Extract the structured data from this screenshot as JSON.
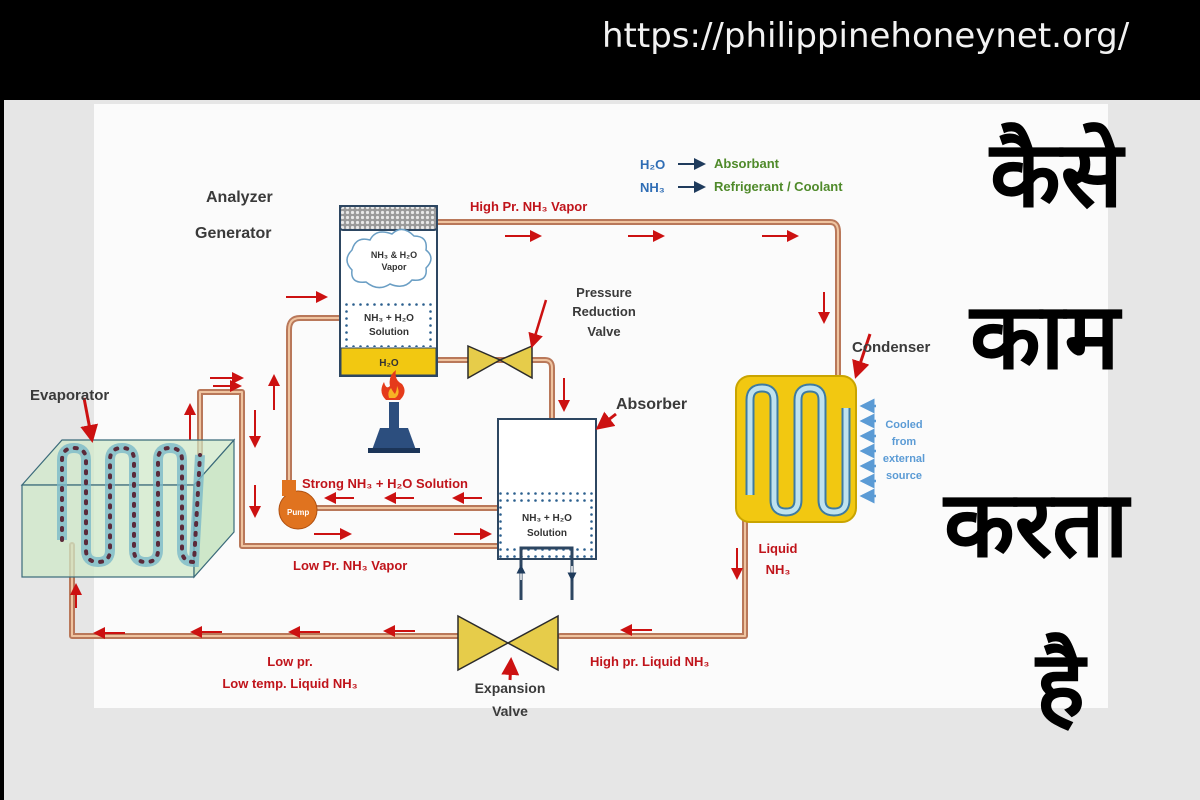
{
  "header": {
    "url": "https://philippinehoneynet.org/"
  },
  "title_hindi": {
    "lines": [
      "कैसे",
      "काम",
      "करता",
      "है"
    ]
  },
  "legend": {
    "items": [
      {
        "formula": "H₂O",
        "meaning": "Absorbant"
      },
      {
        "formula": "NH₃",
        "meaning": "Refrigerant / Coolant"
      }
    ]
  },
  "components": {
    "analyzer": "Analyzer",
    "generator": "Generator",
    "pressure_valve": [
      "Pressure",
      "Reduction",
      "Valve"
    ],
    "absorber": "Absorber",
    "condenser": "Condenser",
    "evaporator": "Evaporator",
    "expansion_valve": [
      "Expansion",
      "Valve"
    ],
    "pump": "Pump"
  },
  "generator_contents": {
    "vapor": [
      "NH₃ & H₂O",
      "Vapor"
    ],
    "solution": [
      "NH₃ + H₂O",
      "Solution"
    ],
    "water": "H₂O"
  },
  "absorber_contents": {
    "solution": [
      "NH₃ + H₂O",
      "Solution"
    ]
  },
  "flow_labels": {
    "high_pr_vapor": "High Pr. NH₃ Vapor",
    "strong_solution": "Strong NH₃ + H₂O Solution",
    "low_pr_vapor": "Low Pr. NH₃ Vapor",
    "liquid_nh3": [
      "Liquid",
      "NH₃"
    ],
    "high_pr_liquid": "High pr. Liquid NH₃",
    "low_pr_liquid": [
      "Low pr.",
      "Low temp. Liquid NH₃"
    ]
  },
  "cooling_note": [
    "Cooled",
    "from",
    "external",
    "source"
  ],
  "colors": {
    "pipe": "#c98a5e",
    "arrow_red": "#cc1111",
    "label_red": "#c0141b",
    "label_dark": "#3a3a3a",
    "legend_blue": "#2f6db5",
    "legend_green": "#4f8a2a",
    "valve_yellow": "#e6cc4a",
    "condenser_yellow": "#f2c811",
    "cool_blue": "#5b9bd5"
  }
}
